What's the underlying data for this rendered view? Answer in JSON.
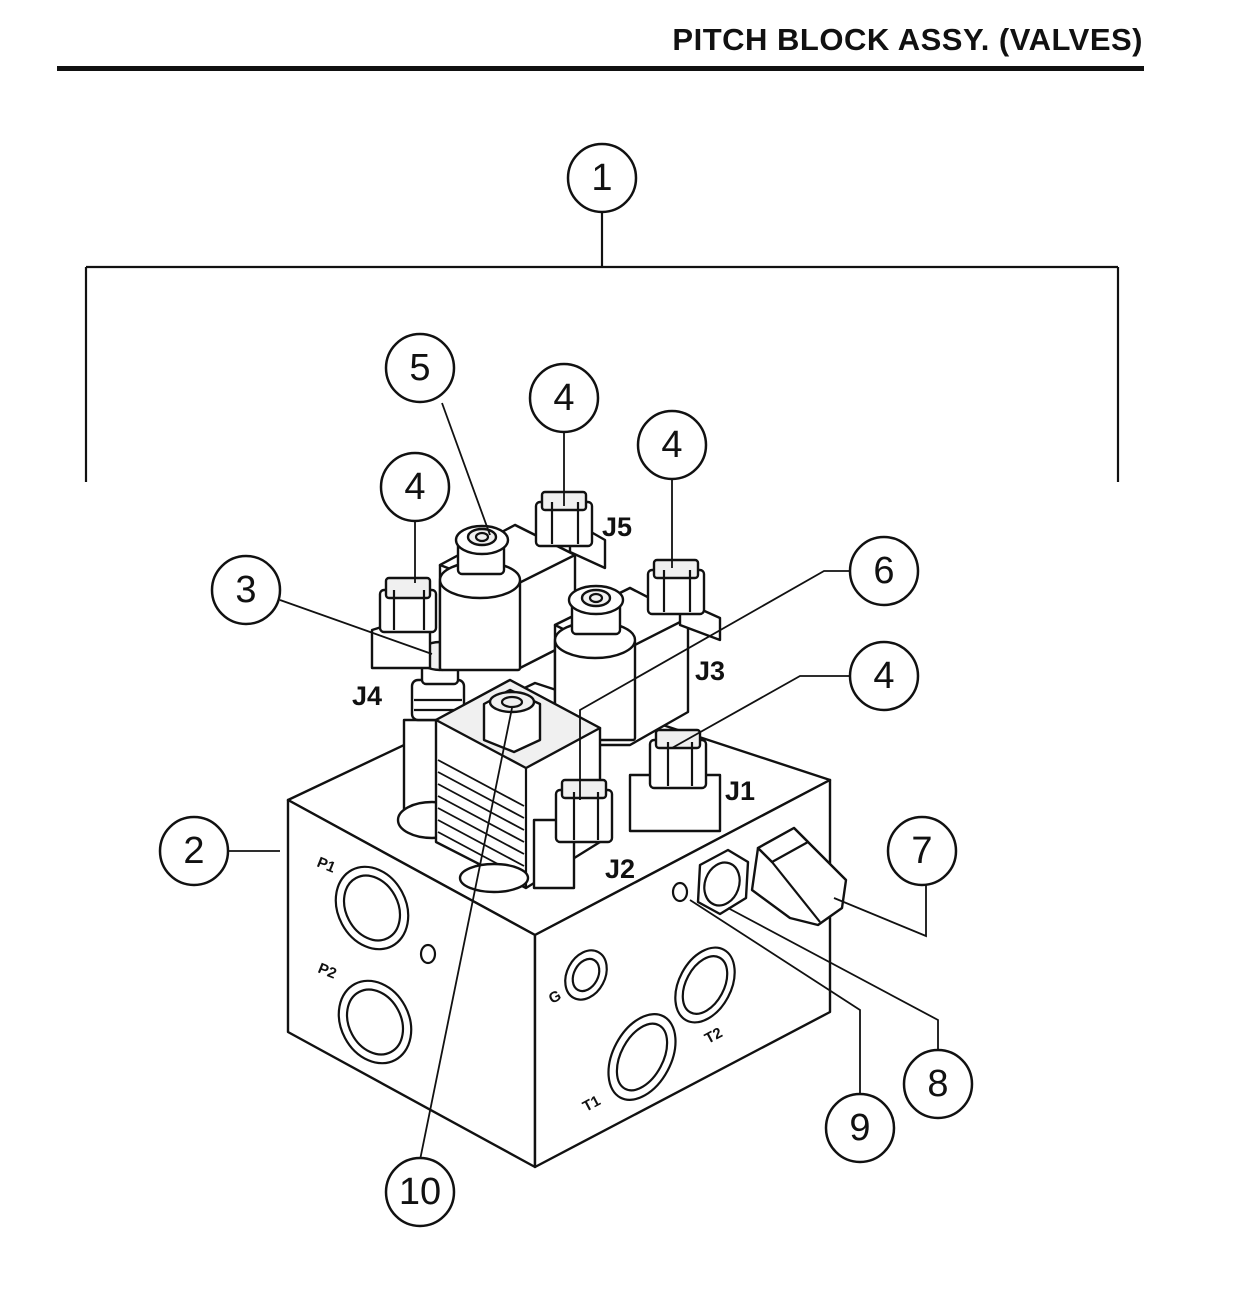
{
  "header": {
    "title": "PITCH BLOCK ASSY. (VALVES)"
  },
  "callouts": {
    "c1": "1",
    "c2": "2",
    "c3": "3",
    "c4a": "4",
    "c4b": "4",
    "c4c": "4",
    "c4d": "4",
    "c5": "5",
    "c6": "6",
    "c7": "7",
    "c8": "8",
    "c9": "9",
    "c10": "10"
  },
  "connectors": {
    "j1": "J1",
    "j2": "J2",
    "j3": "J3",
    "j4": "J4",
    "j5": "J5"
  },
  "ports": {
    "p1": "P1",
    "p2": "P2",
    "g": "G",
    "t1": "T1",
    "t2": "T2"
  },
  "icons": [
    "manifold-block-icon",
    "solenoid-coil-icon",
    "connector-plug-icon",
    "hex-plug-icon"
  ]
}
